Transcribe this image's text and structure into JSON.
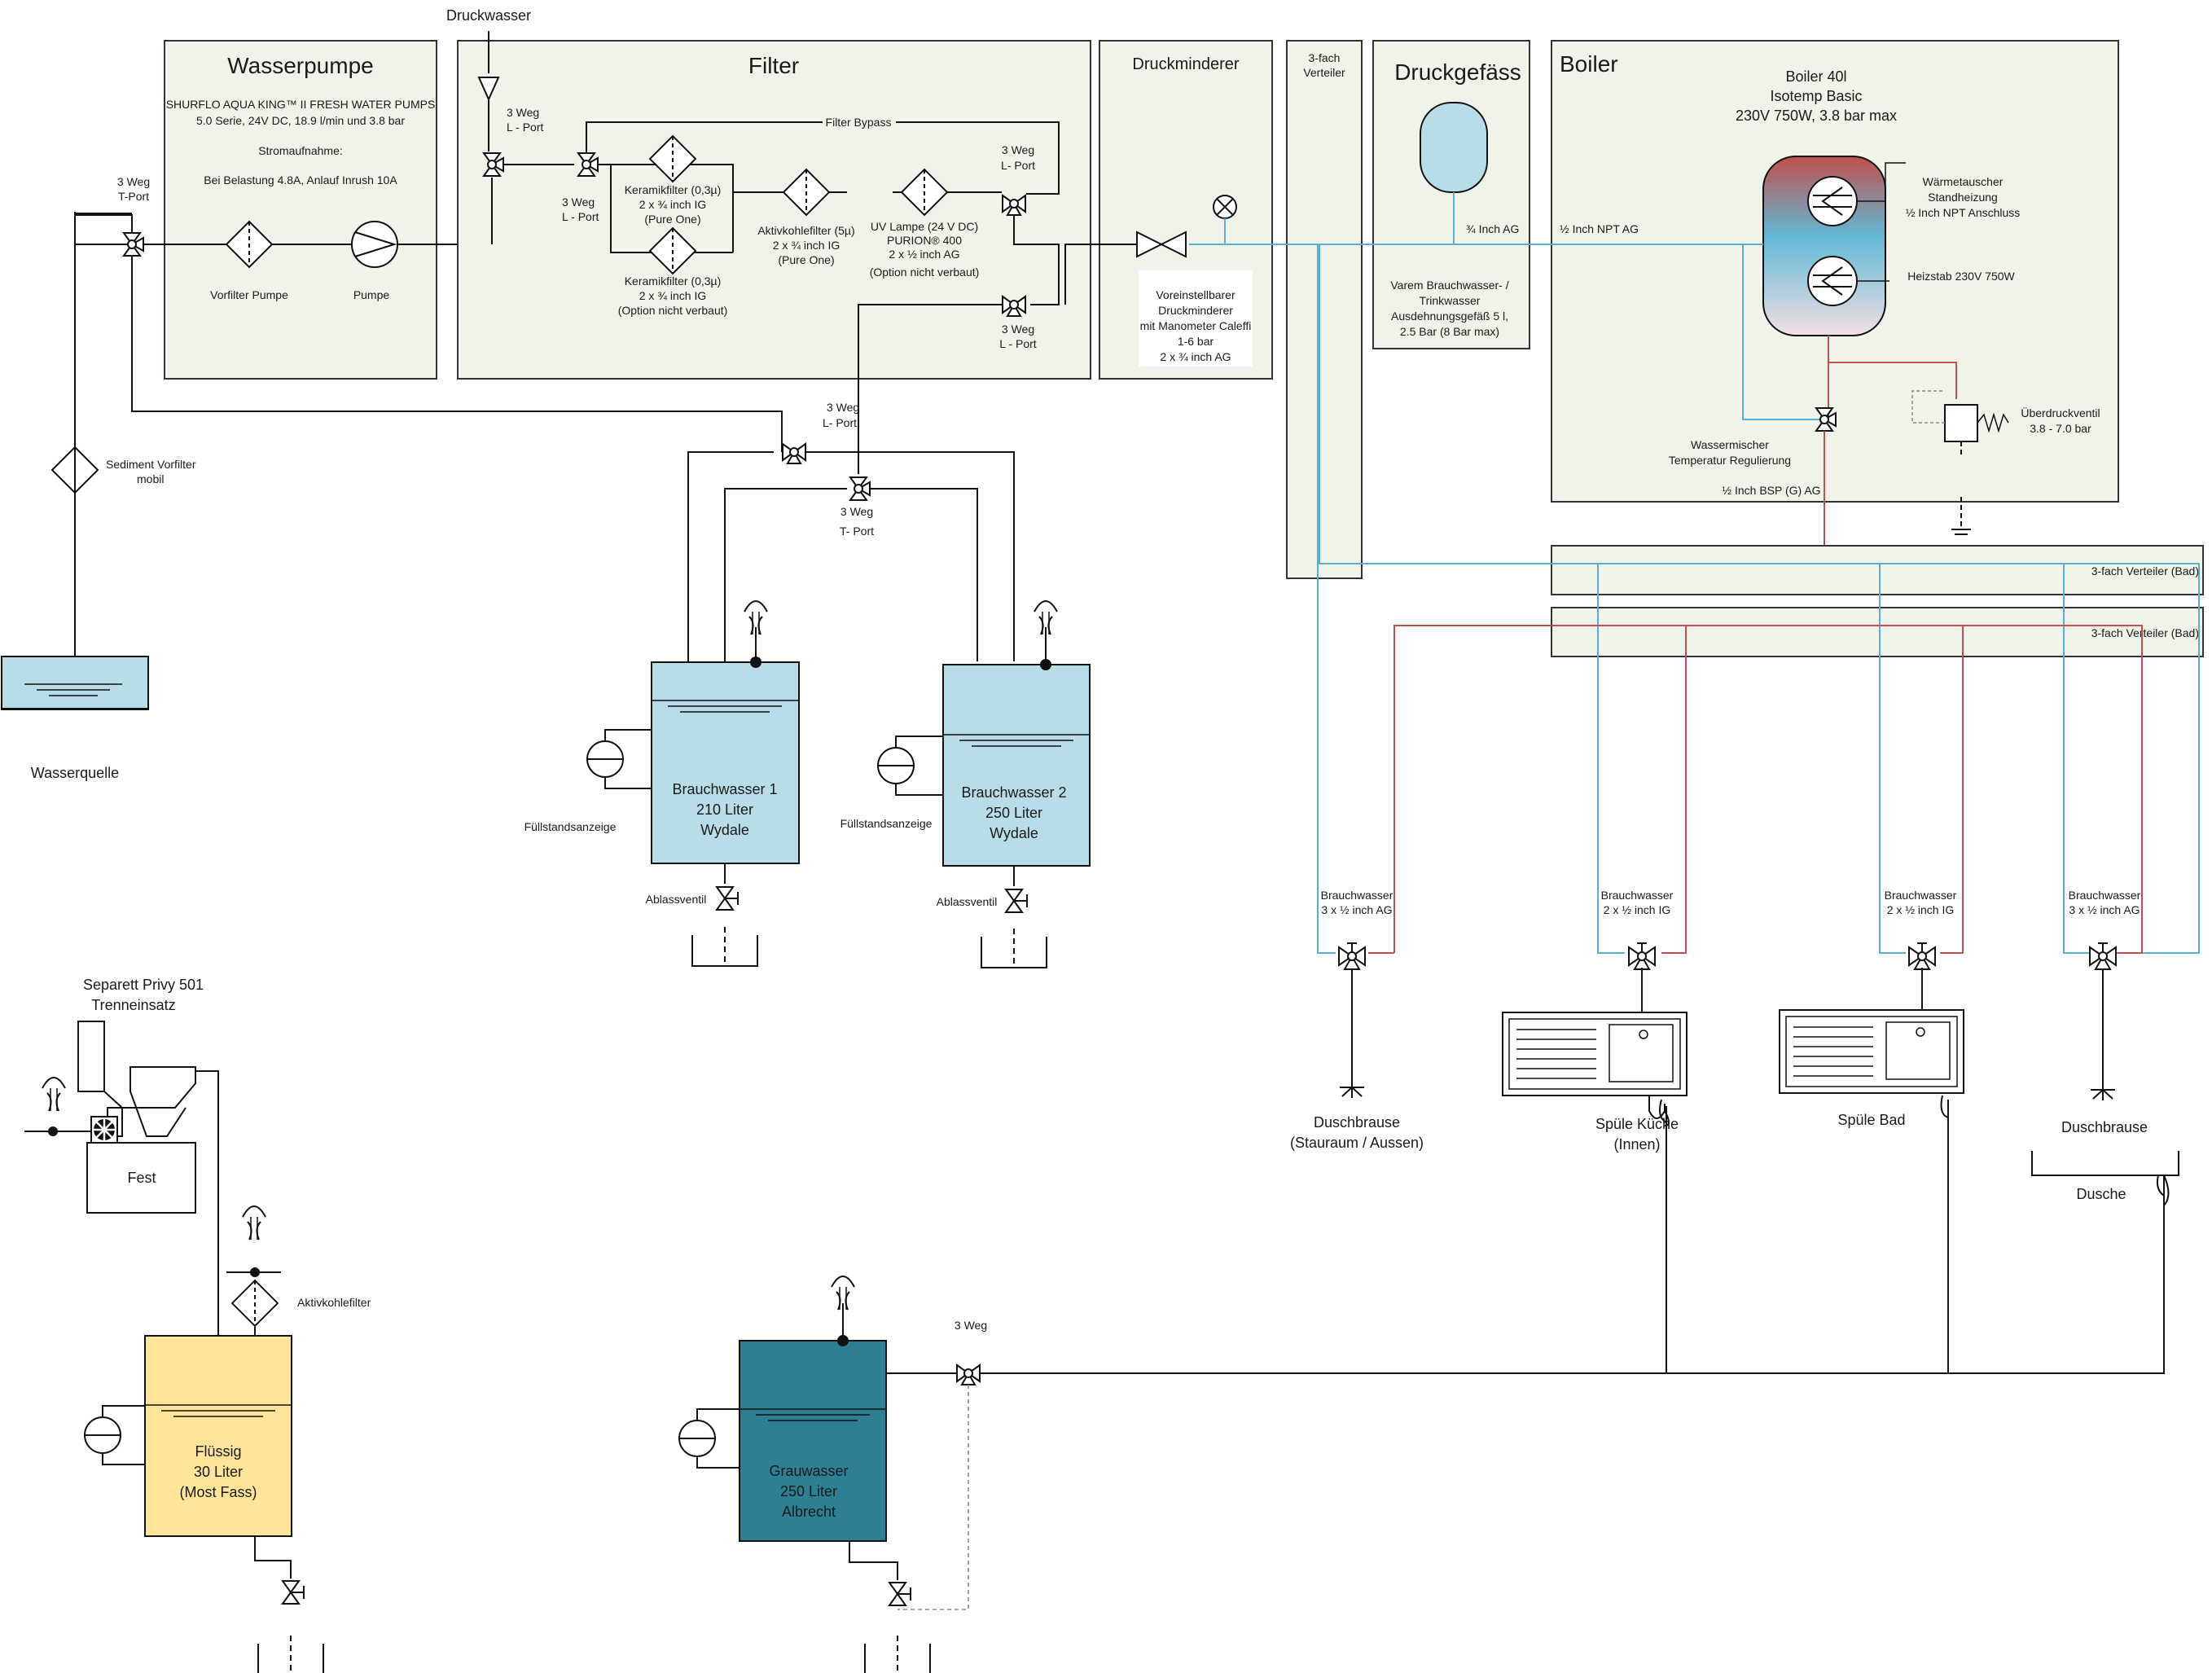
{
  "colors": {
    "panel_fill": "#f0f3ea",
    "fresh_water_tank": "#b9dde8",
    "grey_water_tank": "#2e7f94",
    "liquid_tank": "#ffe49a",
    "cold_line": "#5aaed0",
    "hot_line": "#c0504d"
  },
  "icons": [
    "valve-3way-icon",
    "filter-icon",
    "pump-icon",
    "pressure-reducer-icon",
    "pressure-vessel-icon",
    "boiler-icon",
    "heat-exchanger-icon",
    "level-gauge-icon",
    "vent-icon",
    "drain-valve-icon",
    "mixer-tap-icon",
    "shower-head-icon",
    "sink-icon",
    "fan-icon",
    "uv-lamp-icon"
  ],
  "top": {
    "druckwasser": "Druckwasser"
  },
  "left": {
    "valve_label": [
      "3 Weg",
      "T-Port"
    ],
    "sediment": [
      "Sediment Vorfilter",
      "mobil"
    ],
    "source": "Wasserquelle"
  },
  "wasserpumpe": {
    "title": "Wasserpumpe",
    "spec": [
      "SHURFLO AQUA KING™ II FRESH WATER PUMPS",
      "5.0 Serie, 24V DC, 18.9 l/min und 3.8 bar",
      "Stromaufnahme:",
      "Bei Belastung 4.8A, Anlauf Inrush 10A"
    ],
    "prefilter": "Vorfilter Pumpe",
    "pump": "Pumpe"
  },
  "filter": {
    "title": "Filter",
    "bypass": "Filter Bypass",
    "valve_in_top": [
      "3 Weg",
      "L - Port"
    ],
    "valve_in_bottom": [
      "3 Weg",
      "L - Port"
    ],
    "ceramic1": [
      "Keramikfilter (0,3µ)",
      "2 x ¾ inch IG",
      "(Pure One)"
    ],
    "ceramic2": [
      "Keramikfilter (0,3µ)",
      "2 x ¾ inch IG",
      "(Option nicht verbaut)"
    ],
    "carbon": [
      "Aktivkohlefilter (5µ)",
      "2 x ¾ inch IG",
      "(Pure One)"
    ],
    "uv": [
      "UV Lampe (24 V DC)",
      "PURION® 400",
      "2 x ½ inch AG",
      "(Option nicht verbaut)"
    ],
    "valve_out_top": [
      "3 Weg",
      "L- Port"
    ],
    "valve_out_bottom": [
      "3 Weg",
      "L - Port"
    ]
  },
  "druckminderer": {
    "title": "Druckminderer",
    "note": [
      "Voreinstellbarer",
      "Druckminderer",
      "mit Manometer Caleffi",
      "1-6 bar",
      "2 x ¾ inch AG"
    ]
  },
  "verteiler": {
    "title": [
      "3-fach",
      "Verteiler"
    ]
  },
  "druckgefaess": {
    "title": "Druckgefäss",
    "port": "¾  Inch AG",
    "note": [
      "Varem Brauchwasser- /",
      "Trinkwasser",
      "Ausdehnungsgefäß 5 l,",
      "2.5 Bar (8 Bar max)"
    ]
  },
  "boiler": {
    "title": "Boiler",
    "spec": [
      "Boiler 40l",
      "Isotemp Basic",
      "230V 750W, 3.8 bar max"
    ],
    "npt": "½ Inch NPT AG",
    "exchanger": [
      "Wärmetauscher",
      "Standheizung",
      "½ Inch NPT Anschluss"
    ],
    "heater": "Heizstab 230V 750W",
    "relief": [
      "Überdruckventil",
      "3.8 - 7.0 bar"
    ],
    "mixer": [
      "Wassermischer",
      "Temperatur Regulierung"
    ],
    "bsp": "½ Inch BSP (G) AG"
  },
  "bath": {
    "dist1": "3-fach Verteiler (Bad)",
    "dist2": "3-fach Verteiler (Bad)"
  },
  "tanks_valves": {
    "lport": [
      "3 Weg",
      "L- Port"
    ],
    "tport": [
      "3 Weg",
      "T- Port"
    ]
  },
  "tank1": {
    "name": "Brauchwasser 1",
    "volume": "210 Liter",
    "brand": "Wydale",
    "gauge": "Füllstandsanzeige",
    "drain": "Ablassventil"
  },
  "tank2": {
    "name": "Brauchwasser 2",
    "volume": "250 Liter",
    "brand": "Wydale",
    "gauge": "Füllstandsanzeige",
    "drain": "Ablassventil"
  },
  "outlets": [
    {
      "spec": [
        "Brauchwasser",
        "3 x ½ inch AG"
      ],
      "label": [
        "Duschbrause",
        "(Stauraum / Aussen)"
      ]
    },
    {
      "spec": [
        "Brauchwasser",
        "2 x ½ inch IG"
      ],
      "label": [
        "Spüle Küche",
        "(Innen)"
      ]
    },
    {
      "spec": [
        "Brauchwasser",
        "2 x ½ inch IG"
      ],
      "label": [
        "Spüle Bad"
      ]
    },
    {
      "spec": [
        "Brauchwasser",
        "3 x ½ inch AG"
      ],
      "label": [
        "Duschbrause"
      ]
    }
  ],
  "dusche": "Dusche",
  "toilet": {
    "title": [
      "Separett Privy 501",
      "Trenneinsatz"
    ],
    "solid": "Fest",
    "carbon": "Aktivkohlefilter",
    "liquid": [
      "Flüssig",
      "30 Liter",
      "(Most Fass)"
    ]
  },
  "grey": {
    "name": [
      "Grauwasser",
      "250 Liter",
      "Albrecht"
    ],
    "valve": "3 Weg"
  }
}
